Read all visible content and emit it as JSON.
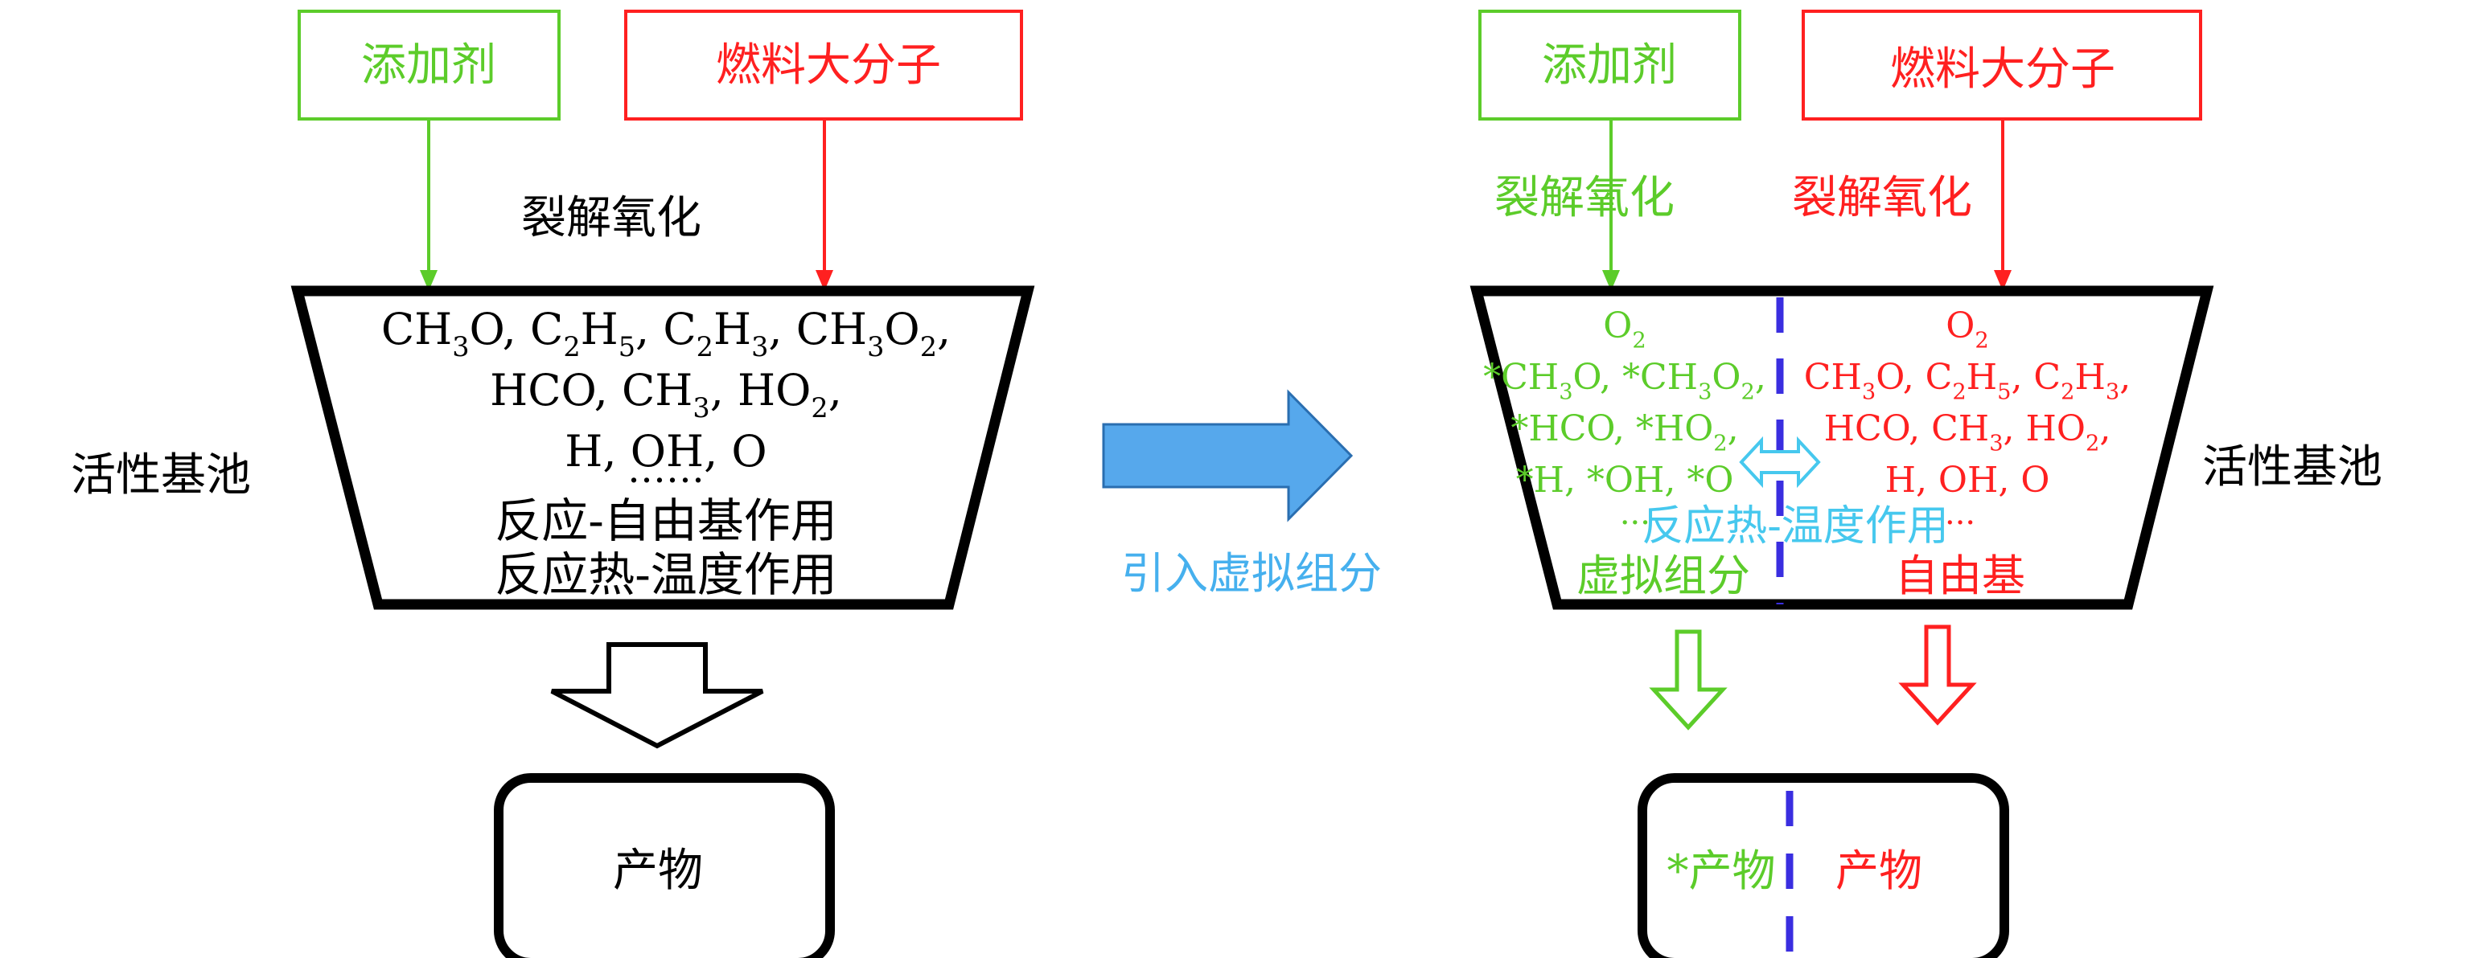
{
  "colors": {
    "green": "#5ccc2a",
    "red": "#ff2020",
    "black": "#000000",
    "blue_arrow_fill": "#56a8ec",
    "blue_arrow_stroke": "#2a6eb0",
    "cyan": "#46c8ee",
    "dash_blue": "#3a2ee0"
  },
  "left": {
    "additive_box": "添加剂",
    "fuel_box": "燃料大分子",
    "process_label": "裂解氧化",
    "pool_side_label": "活性基池",
    "pool_lines": [
      [
        [
          "CH",
          "3",
          "O, "
        ],
        [
          "C",
          "2",
          "H"
        ],
        [
          "",
          "5",
          ", "
        ],
        [
          "C",
          "2",
          "H"
        ],
        [
          "",
          "3",
          ", "
        ],
        [
          "CH",
          "3",
          "O"
        ],
        [
          "",
          "2",
          ","
        ]
      ],
      [
        [
          "HCO, CH",
          "3",
          ", "
        ],
        [
          "HO",
          "2",
          ","
        ]
      ],
      [
        [
          "H, OH, O",
          "",
          ""
        ]
      ]
    ],
    "ellipsis": "……",
    "effect_1": "反应-自由基作用",
    "effect_2": "反应热-温度作用",
    "product": "产物"
  },
  "middle": {
    "arrow_label": "引入虚拟组分"
  },
  "right": {
    "additive_box": "添加剂",
    "fuel_box": "燃料大分子",
    "process_label_additive": "裂解氧化",
    "process_label_fuel": "裂解氧化",
    "pool_side_label": "活性基池",
    "virtual_lines": [
      [
        [
          "O",
          "2",
          ""
        ]
      ],
      [
        [
          "*CH",
          "3",
          "O, "
        ],
        [
          "*CH",
          "3",
          "O"
        ],
        [
          "",
          "2",
          ","
        ]
      ],
      [
        [
          "*HCO, *HO",
          "2",
          ","
        ]
      ],
      [
        [
          "*H, *OH, *O",
          "",
          ""
        ]
      ]
    ],
    "radical_lines": [
      [
        [
          "O",
          "2",
          ""
        ]
      ],
      [
        [
          "CH",
          "3",
          "O, "
        ],
        [
          "C",
          "2",
          "H"
        ],
        [
          "",
          "5",
          ", "
        ],
        [
          "C",
          "2",
          "H"
        ],
        [
          "",
          "3",
          ","
        ]
      ],
      [
        [
          "HCO, CH",
          "3",
          ", "
        ],
        [
          "HO",
          "2",
          ","
        ]
      ],
      [
        [
          "H, OH, O",
          "",
          ""
        ]
      ]
    ],
    "heat_effect": "反应热-温度作用",
    "dots_left": "···",
    "dots_right": "···",
    "virtual_label": "虚拟组分",
    "radical_label": "自由基",
    "virtual_product": "*产物",
    "radical_product": "产物"
  }
}
